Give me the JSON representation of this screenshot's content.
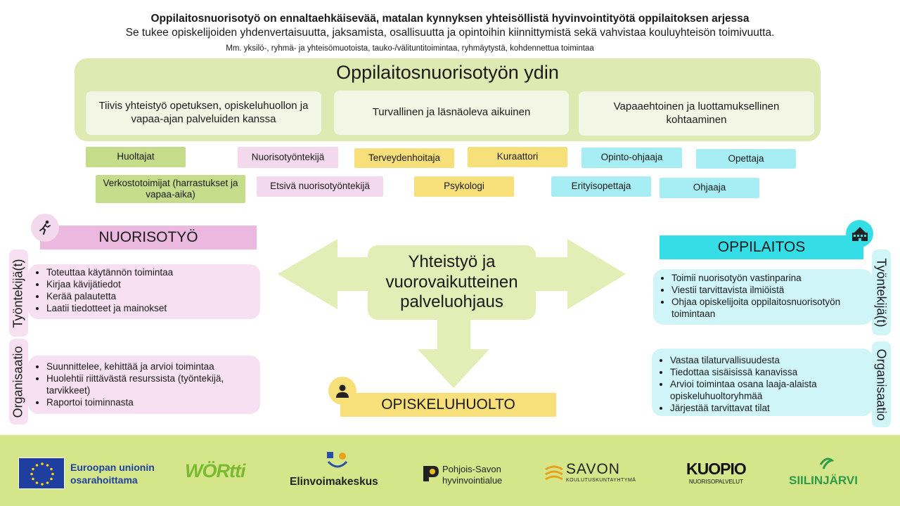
{
  "header": {
    "title": "Oppilaitosnuorisotyö on ennaltaehkäisevää, matalan kynnyksen yhteisöllistä hyvinvointityötä oppilaitoksen arjessa",
    "subtitle": "Se tukee opiskelijoiden yhdenvertaisuutta, jaksamista, osallisuutta ja opintoihin kiinnittymistä sekä vahvistaa kouluyhteisön toimivuutta.",
    "note": "Mm. yksilö-, ryhmä- ja yhteisömuotoista, tauko-/välituntitoimintaa, ryhmäytystä, kohdennettua toimintaa"
  },
  "core": {
    "title": "Oppilaitosnuorisotyön ydin",
    "items": [
      "Tiivis yhteistyö opetuksen, opiskeluhuollon ja vapaa-ajan palveluiden kanssa",
      "Turvallinen ja läsnäoleva aikuinen",
      "Vapaaehtoinen ja luottamuksellinen kohtaaminen"
    ]
  },
  "roles": {
    "huoltajat": "Huoltajat",
    "verkostotoimijat": "Verkostotoimijat (harrastukset ja vapaa-aika)",
    "nuorisotyontekija": "Nuorisotyöntekijä",
    "etsiva": "Etsivä nuorisotyöntekijä",
    "terveydenhoitaja": "Terveydenhoitaja",
    "psykologi": "Psykologi",
    "kuraattori": "Kuraattori",
    "opinto_ohjaaja": "Opinto-ohjaaja",
    "erityisopettaja": "Erityisopettaja",
    "opettaja": "Opettaja",
    "ohjaaja": "Ohjaaja"
  },
  "center": {
    "label": "Yhteistyö ja vuorovaikutteinen palveluohjaus"
  },
  "nuorisotyo": {
    "title": "NUORISOTYÖ",
    "worker_label": "Työntekijä(t)",
    "org_label": "Organisaatio",
    "worker_items": [
      "Toteuttaa käytännön toimintaa",
      "Kirjaa kävijätiedot",
      "Kerää palautetta",
      "Laatii tiedotteet ja mainokset"
    ],
    "org_items": [
      "Suunnittelee, kehittää ja arvioi toimintaa",
      "Huolehtii riittävästä resurssista (työntekijä, tarvikkeet)",
      "Raportoi toiminnasta"
    ]
  },
  "oppilaitos": {
    "title": "OPPILAITOS",
    "worker_label": "Työntekijä(t)",
    "org_label": "Organisaatio",
    "worker_items": [
      "Toimii nuorisotyön vastinparina",
      "Viestii tarvittavista ilmiöistä",
      "Ohjaa opiskelijoita oppilaitosnuorisotyön toimintaan"
    ],
    "org_items": [
      "Vastaa tilaturvallisuudesta",
      "Tiedottaa sisäisissä kanavissa",
      "Arvioi toimintaa osana laaja-alaista opiskeluhuoltoryhmää",
      "Järjestää tarvittavat tilat"
    ]
  },
  "opiskeluhuolto": {
    "title": "OPISKELUHUOLTO"
  },
  "icons": {
    "nuorisotyo": "person-running-icon",
    "oppilaitos": "school-building-icon",
    "opiskeluhuolto": "person-icon"
  },
  "footer": {
    "eu_line1": "Euroopan unionin",
    "eu_line2": "osarahoittama",
    "wortti": "WÖRtti",
    "elinvoima": "Elinvoimakeskus",
    "pohjois_savo_1": "Pohjois-Savon",
    "pohjois_savo_2": "hyvinvointialue",
    "savon": "SAVON",
    "savon_sub": "KOULUTUSKUNTAYHTYMÄ",
    "kuopio": "KUOPIO",
    "kuopio_sub": "NUORISOPALVELUT",
    "siilinjarvi": "SIILINJÄRVI"
  },
  "colors": {
    "green_light": "#dfeab2",
    "green_tag": "#c5dc8a",
    "pink_head": "#ebb8e0",
    "pink_tag": "#f4d9ee",
    "yellow": "#f7df79",
    "cyan_head": "#35dde6",
    "cyan_tag": "#a6eef3",
    "footer": "#d5e68a"
  }
}
